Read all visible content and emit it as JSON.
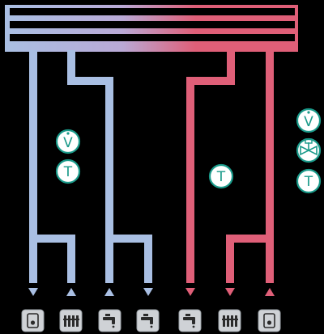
{
  "colors": {
    "background": "#000000",
    "cold_pipe": "#a9bfe3",
    "hot_pipe": "#df5f78",
    "badge_accent": "#1a9a8a",
    "appliance_tile": "#cfd2d6"
  },
  "header_manifold": {
    "channels": 3,
    "gradient": [
      "#a9bfe3",
      "#df5f78"
    ]
  },
  "badges": {
    "left_flow": "V",
    "left_temp": "T",
    "center_temp": "T",
    "right_flow": "V",
    "right_valve": "valve-icon",
    "right_temp": "T"
  },
  "appliances": [
    {
      "icon": "boiler-icon",
      "arrow": "down"
    },
    {
      "icon": "radiator-icon",
      "arrow": "up"
    },
    {
      "icon": "faucet-icon",
      "arrow": "up"
    },
    {
      "icon": "faucet-icon",
      "arrow": "down"
    },
    {
      "icon": "faucet-icon",
      "arrow": "down"
    },
    {
      "icon": "radiator-icon",
      "arrow": "down"
    },
    {
      "icon": "boiler-icon",
      "arrow": "up"
    }
  ]
}
